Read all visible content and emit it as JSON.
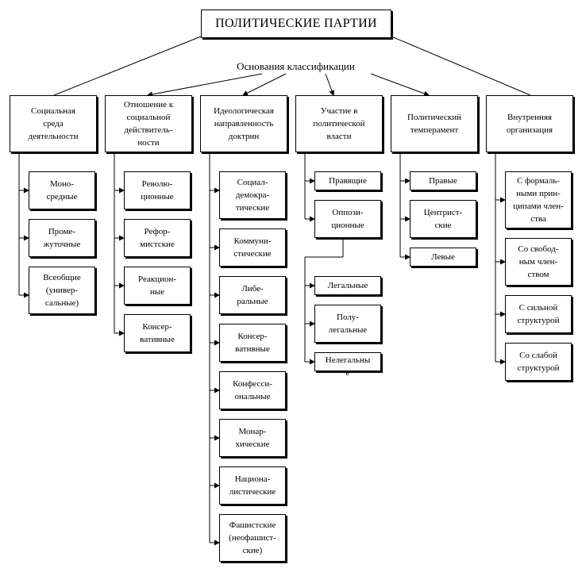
{
  "title": "ПОЛИТИЧЕСКИЕ ПАРТИИ",
  "basis_label": "Основания классификации",
  "categories": [
    {
      "label": "Социальная\nсреда\nдеятельности",
      "items": [
        "Моно-\nсредные",
        "Проме-\nжуточные",
        "Всеобщие\n(универ-\nсальные)"
      ]
    },
    {
      "label": "Отношение к\nсоциальной\nдействитель-\nности",
      "items": [
        "Револю-\nционные",
        "Рефор-\nмистские",
        "Реакцион-\nные",
        "Консер-\nвативные"
      ]
    },
    {
      "label": "Идеологическая\nнаправленность\nдоктрин",
      "items": [
        "Социал-\nдемокра-\nтические",
        "Коммуни-\nстические",
        "Либе-\nральные",
        "Консер-\nвативные",
        "Конфесси-\nональные",
        "Монар-\nхические",
        "Национа-\nлистические",
        "Фашистские\n(неофашист-\nские)"
      ]
    },
    {
      "label": "Участие в\nполитической\nвласти",
      "items": [
        "Правящие",
        "Оппози-\nционные"
      ],
      "subitems": [
        "Легальные",
        "Полу-\nлегальные",
        "Нелегальны\nе"
      ]
    },
    {
      "label": "Политический\nтемперамент",
      "items": [
        "Правые",
        "Центрист-\nские",
        "Левые"
      ]
    },
    {
      "label": "Внутренняя\nорганизация",
      "items": [
        "С формаль-\nными прин-\nципами член-\nства",
        "Со свобод-\nным член-\nством",
        "С сильной\nструктурой",
        "Со слабой\nструктурой"
      ]
    }
  ]
}
